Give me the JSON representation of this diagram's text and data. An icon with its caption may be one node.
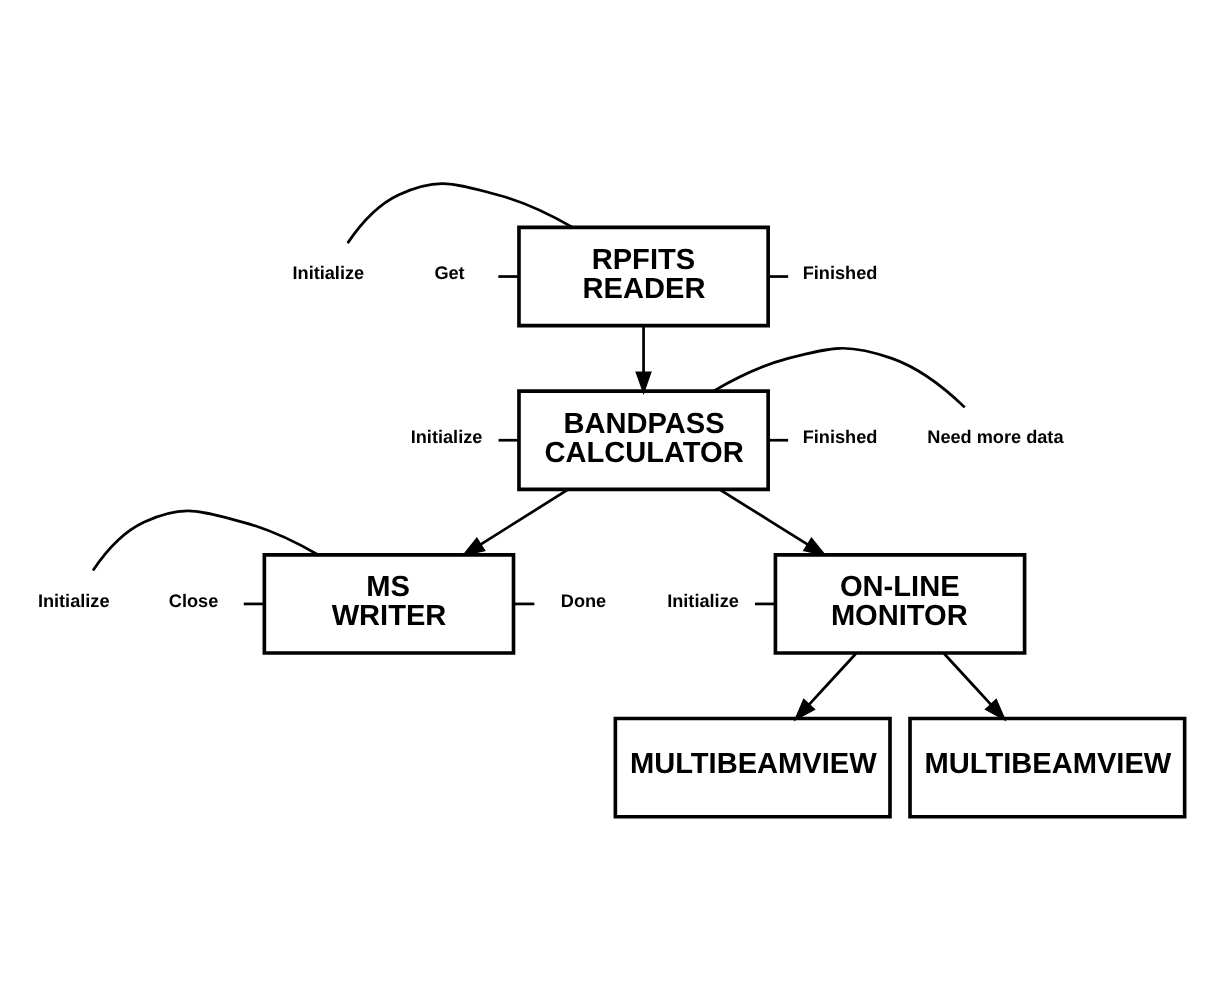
{
  "diagram": {
    "nodes": [
      {
        "text": [
          "RPFITS READER"
        ]
      },
      {
        "text": [
          "Initialize"
        ]
      },
      {
        "text": [
          "Get"
        ]
      },
      {
        "text": [
          "Finished"
        ]
      },
      {
        "text": [
          "BANDPASS CALCULATOR"
        ]
      },
      {
        "text": [
          "Initialize"
        ]
      },
      {
        "text": [
          "Need more data"
        ]
      },
      {
        "text": [
          "Finished"
        ]
      },
      {
        "text": [
          "MS WRITER"
        ]
      },
      {
        "text": [
          "Initialize"
        ]
      },
      {
        "text": [
          "Close"
        ]
      },
      {
        "text": [
          "Done"
        ]
      },
      {
        "text": [
          "ON-LINE MONITOR"
        ]
      },
      {
        "text": [
          "Initialize"
        ]
      },
      {
        "text": [
          "MULTIBEAMVIEW"
        ]
      },
      {
        "text": [
          "MULTIBEAMVIEW"
        ]
      }
    ],
    "edges": [
      {
        "from": 1,
        "to": 0,
        "arrow": "none"
      },
      {
        "from": 2,
        "to": 0,
        "arrow": "none"
      },
      {
        "from": 0,
        "to": 3,
        "arrow": "none"
      },
      {
        "from": 0,
        "to": 4,
        "arrow": "to"
      },
      {
        "from": 5,
        "to": 4,
        "arrow": "none"
      },
      {
        "from": 4,
        "to": 6,
        "arrow": "none"
      },
      {
        "from": 4,
        "to": 7,
        "arrow": "none"
      },
      {
        "from": 4,
        "to": 8,
        "arrow": "to"
      },
      {
        "from": 4,
        "to": 12,
        "arrow": "to"
      },
      {
        "from": 9,
        "to": 8,
        "arrow": "none"
      },
      {
        "from": 10,
        "to": 8,
        "arrow": "none"
      },
      {
        "from": 8,
        "to": 11,
        "arrow": "none"
      },
      {
        "from": 13,
        "to": 12,
        "arrow": "none"
      },
      {
        "from": 12,
        "to": 14,
        "arrow": "to"
      },
      {
        "from": 12,
        "to": 15,
        "arrow": "to"
      }
    ]
  }
}
